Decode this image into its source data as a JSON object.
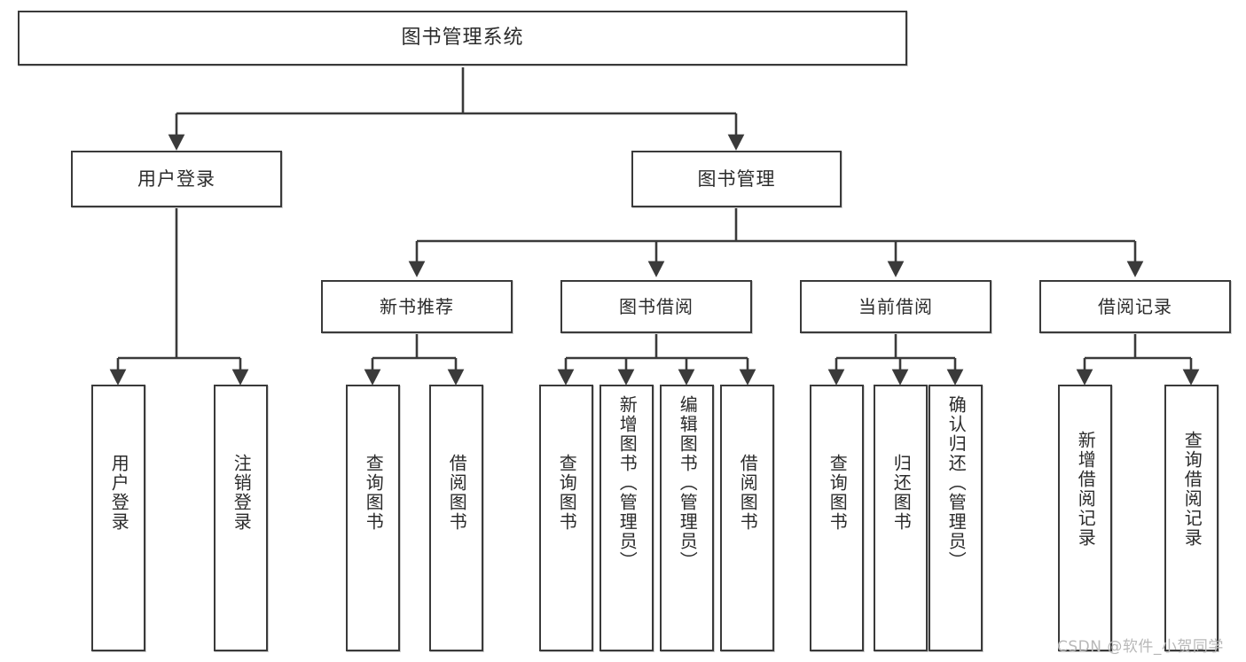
{
  "diagram": {
    "title": "图书管理系统",
    "root": {
      "label": "图书管理系统"
    },
    "level2": [
      {
        "label": "用户登录"
      },
      {
        "label": "图书管理"
      }
    ],
    "level3": [
      {
        "label": "新书推荐"
      },
      {
        "label": "图书借阅"
      },
      {
        "label": "当前借阅"
      },
      {
        "label": "借阅记录"
      }
    ],
    "leaves": {
      "user_login": [
        {
          "label": "用户登录"
        },
        {
          "label": "注销登录"
        }
      ],
      "new_book_recommend": [
        {
          "label": "查询图书"
        },
        {
          "label": "借阅图书"
        }
      ],
      "book_borrow": [
        {
          "label": "查询图书"
        },
        {
          "label": "新增图书（管理员）"
        },
        {
          "label": "编辑图书（管理员）"
        },
        {
          "label": "借阅图书"
        }
      ],
      "current_borrow": [
        {
          "label": "查询图书"
        },
        {
          "label": "归还图书"
        },
        {
          "label": "确认归还（管理员）"
        }
      ],
      "borrow_record": [
        {
          "label": "新增借阅记录"
        },
        {
          "label": "查询借阅记录"
        }
      ]
    },
    "watermark": "CSDN @软件_小贺同学",
    "colors": {
      "border": "#3a3a3a",
      "text": "#2b2b2b",
      "background": "#ffffff",
      "watermark": "#b8b8b8"
    }
  }
}
